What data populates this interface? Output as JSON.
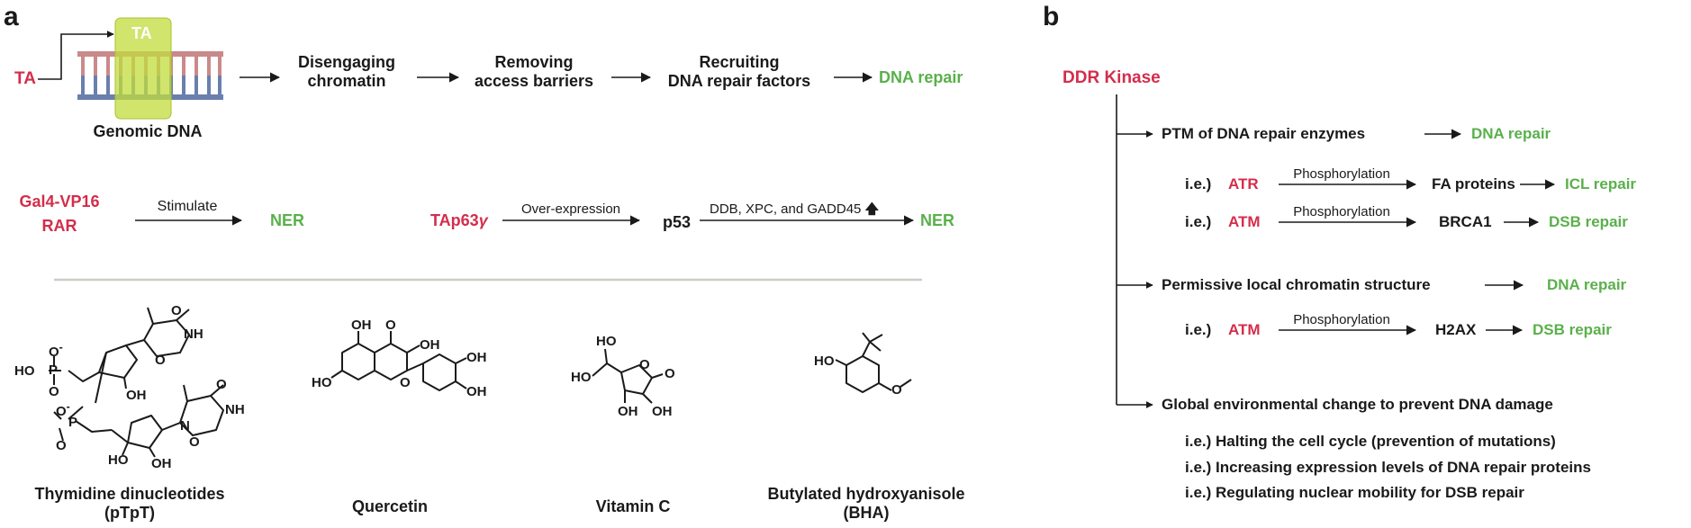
{
  "panel_a": {
    "label": "a",
    "ta_left": "TA",
    "ta_box": "TA",
    "genomic": "Genomic DNA",
    "steps": [
      [
        "Disengaging",
        "chromatin"
      ],
      [
        "Removing",
        "access barriers"
      ],
      [
        "Recruiting",
        "DNA repair factors"
      ]
    ],
    "dna_repair": "DNA repair",
    "gal4": "Gal4-VP16",
    "rar": "RAR",
    "stimulate": "Stimulate",
    "ner1": "NER",
    "tap63": "TAp63",
    "gamma": "γ",
    "overexpression": "Over-expression",
    "p53": "p53",
    "ddb": "DDB, XPC, and GADD45",
    "up_arrow": "🡅",
    "ner2": "NER",
    "compounds": [
      {
        "name": "Thymidine dinucleotides",
        "sub": "(pTpT)"
      },
      {
        "name": "Quercetin",
        "sub": ""
      },
      {
        "name": "Vitamin C",
        "sub": ""
      },
      {
        "name": "Butylated hydroxyanisole",
        "sub": "(BHA)"
      }
    ],
    "chem_labels": {
      "o_minus": "O",
      "minus": "-",
      "ho": "HO",
      "p": "P",
      "o": "O",
      "oh": "OH",
      "nh": "NH",
      "n": "N"
    }
  },
  "panel_b": {
    "label": "b",
    "root": "DDR Kinase",
    "branch1": {
      "text": "PTM of DNA repair enzymes",
      "result": "DNA repair"
    },
    "ex1": {
      "ie": "i.e.)",
      "kinase": "ATR",
      "action": "Phosphorylation",
      "target": "FA proteins",
      "result": "ICL repair"
    },
    "ex2": {
      "ie": "i.e.)",
      "kinase": "ATM",
      "action": "Phosphorylation",
      "target": "BRCA1",
      "result": "DSB repair"
    },
    "branch2": {
      "text": "Permissive local chromatin structure",
      "result": "DNA repair"
    },
    "ex3": {
      "ie": "i.e.)",
      "kinase": "ATM",
      "action": "Phosphorylation",
      "target": "H2AX",
      "result": "DSB repair"
    },
    "branch3": {
      "text": "Global environmental change to prevent DNA damage"
    },
    "list": [
      "i.e.)  Halting the cell cycle (prevention of mutations)",
      "i.e.)  Increasing expression levels of DNA repair proteins",
      "i.e.)  Regulating nuclear mobility for DSB repair"
    ]
  }
}
